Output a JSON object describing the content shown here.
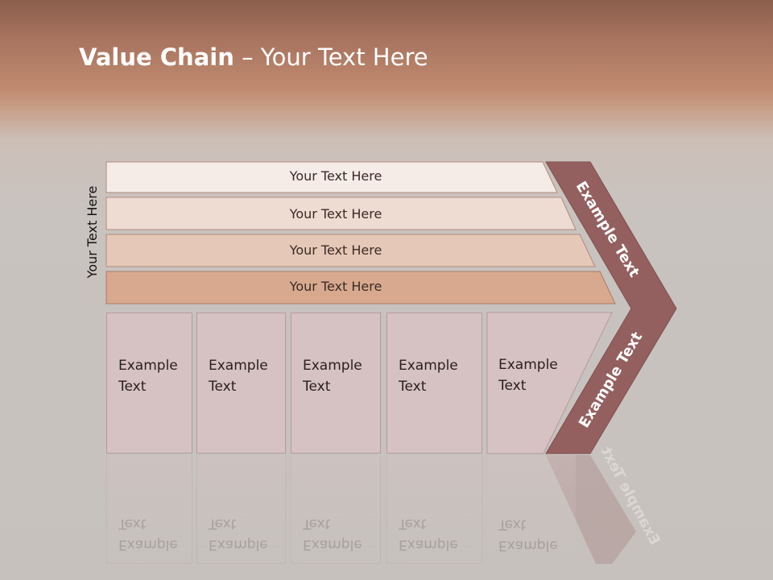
{
  "title": {
    "bold": "Value Chain",
    "rest": " – Your Text Here"
  },
  "side_label": "Your Text Here",
  "bars": [
    {
      "label": "Your Text Here"
    },
    {
      "label": "Your Text Here"
    },
    {
      "label": "Your Text Here"
    },
    {
      "label": "Your Text Here"
    }
  ],
  "boxes": [
    {
      "line1": "Example",
      "line2": "Text"
    },
    {
      "line1": "Example",
      "line2": "Text"
    },
    {
      "line1": "Example",
      "line2": "Text"
    },
    {
      "line1": "Example",
      "line2": "Text"
    },
    {
      "line1": "Example",
      "line2": "Text"
    }
  ],
  "chevron": {
    "upper": "Example Text",
    "lower": "Example Text"
  },
  "colors": {
    "bar1": "#f5ebe7",
    "bar2": "#eedcd3",
    "bar3": "#e6c8b8",
    "bar4": "#d8a98f",
    "chevron": "#94605f",
    "box": "#d6c2c3"
  }
}
